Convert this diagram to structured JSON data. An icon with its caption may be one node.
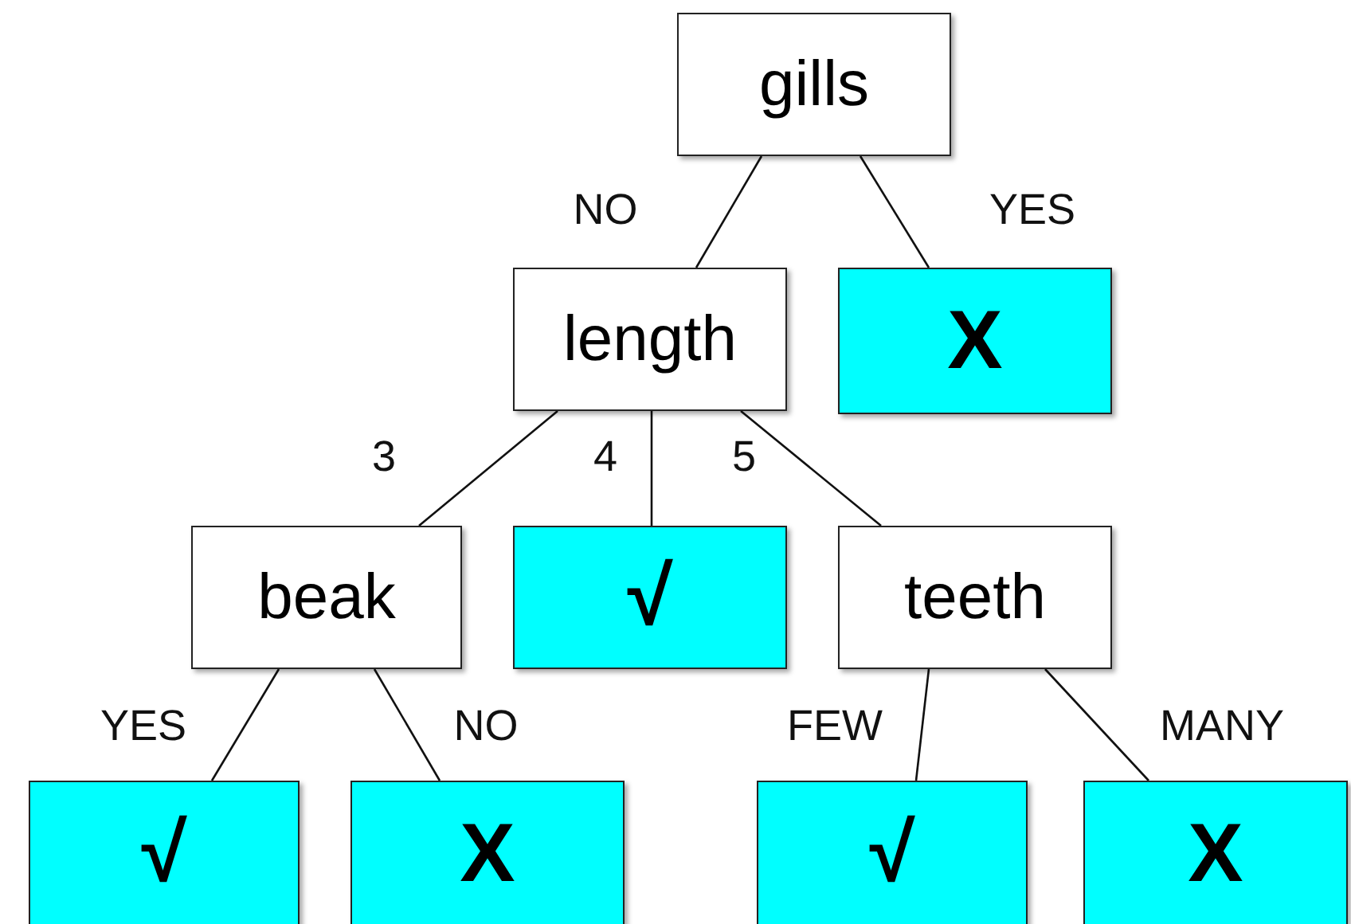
{
  "diagram": {
    "nodes": [
      {
        "text": [
          "gills"
        ]
      },
      {
        "text": [
          "length"
        ]
      },
      {
        "text": [
          "X"
        ]
      },
      {
        "text": [
          "beak"
        ]
      },
      {
        "text": [
          "√"
        ]
      },
      {
        "text": [
          "teeth"
        ]
      },
      {
        "text": [
          "√"
        ]
      },
      {
        "text": [
          "X"
        ]
      },
      {
        "text": [
          "√"
        ]
      },
      {
        "text": [
          "X"
        ]
      }
    ],
    "edges": [
      {
        "from": 0,
        "to": 1,
        "arrow": "none",
        "label": "NO"
      },
      {
        "from": 0,
        "to": 2,
        "arrow": "none",
        "label": "YES"
      },
      {
        "from": 1,
        "to": 3,
        "arrow": "none",
        "label": "3"
      },
      {
        "from": 1,
        "to": 4,
        "arrow": "none",
        "label": "4"
      },
      {
        "from": 1,
        "to": 5,
        "arrow": "none",
        "label": "5"
      },
      {
        "from": 3,
        "to": 6,
        "arrow": "none",
        "label": "YES"
      },
      {
        "from": 3,
        "to": 7,
        "arrow": "none",
        "label": "NO"
      },
      {
        "from": 5,
        "to": 8,
        "arrow": "none",
        "label": "FEW"
      },
      {
        "from": 5,
        "to": 9,
        "arrow": "none",
        "label": "MANY"
      }
    ]
  }
}
